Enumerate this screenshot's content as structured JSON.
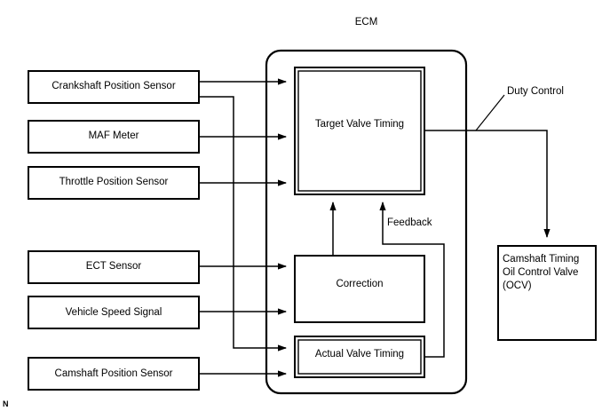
{
  "diagram": {
    "title": "ECM",
    "corner_mark": "N",
    "inputs": [
      {
        "id": "crankshaft",
        "label": "Crankshaft Position Sensor"
      },
      {
        "id": "maf",
        "label": "MAF Meter"
      },
      {
        "id": "throttle",
        "label": "Throttle Position Sensor"
      },
      {
        "id": "ect",
        "label": "ECT Sensor"
      },
      {
        "id": "vss",
        "label": "Vehicle Speed Signal"
      },
      {
        "id": "camshaft",
        "label": "Camshaft Position Sensor"
      }
    ],
    "ecm_blocks": [
      {
        "id": "target-valve-timing",
        "label": "Target Valve Timing",
        "border": "double"
      },
      {
        "id": "correction",
        "label": "Correction",
        "border": "single"
      },
      {
        "id": "actual-valve-timing",
        "label": "Actual Valve Timing",
        "border": "double"
      }
    ],
    "output": {
      "id": "ocv",
      "line1": "Camshaft Timing",
      "line2": "Oil Control Valve",
      "line3": "(OCV)"
    },
    "annotations": [
      {
        "id": "duty-control",
        "label": "Duty Control"
      },
      {
        "id": "feedback",
        "label": "Feedback"
      }
    ],
    "colors": {
      "stroke": "#000000",
      "background": "#ffffff",
      "text": "#000000"
    }
  }
}
